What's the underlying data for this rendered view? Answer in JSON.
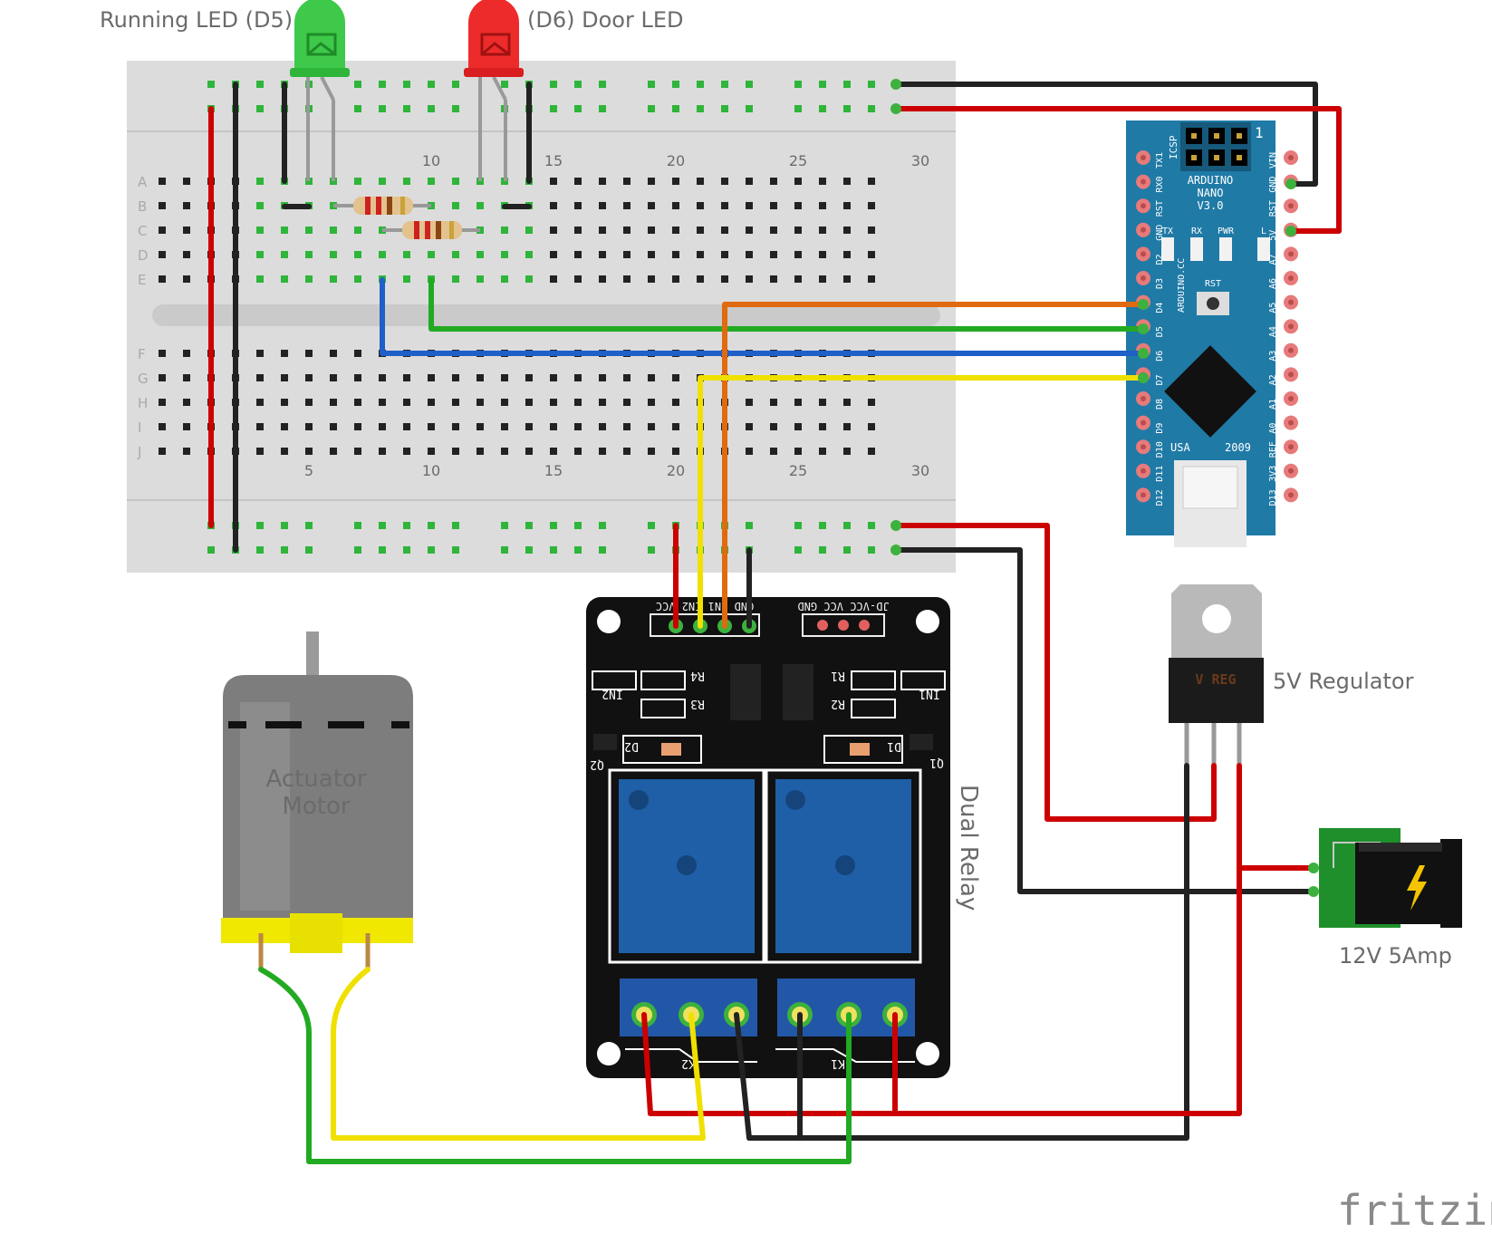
{
  "labels": {
    "running_led": "Running LED (D5)",
    "door_led": "(D6) Door LED",
    "regulator": "5V Regulator",
    "power_jack": "12V 5Amp",
    "motor_line1": "Actuator",
    "motor_line2": "Motor",
    "relay": "Dual Relay",
    "watermark": "fritzing"
  },
  "breadboard": {
    "rows_top": [
      "A",
      "B",
      "C",
      "D",
      "E"
    ],
    "rows_bottom": [
      "F",
      "G",
      "H",
      "I",
      "J"
    ],
    "col_numbers_top": [
      "10",
      "15",
      "20",
      "25",
      "30"
    ],
    "col_numbers_bottom": [
      "5",
      "10",
      "15",
      "20",
      "25",
      "30"
    ]
  },
  "arduino": {
    "title_line1": "ARDUINO",
    "title_line2": "NANO",
    "title_line3": "V3.0",
    "icsp": "ICSP",
    "icsp_pin": "1",
    "brand": "ARDUINO.CC",
    "usa": "USA",
    "year": "2009",
    "rst_label": "RST",
    "led_labels": [
      "TX",
      "RX",
      "PWR",
      "L"
    ],
    "left_pins": [
      "TX1",
      "RX0",
      "RST",
      "GND",
      "D2",
      "D3",
      "D4",
      "D5",
      "D6",
      "D7",
      "D8",
      "D9",
      "D10",
      "D11",
      "D12"
    ],
    "right_pins": [
      "VIN",
      "GND",
      "RST",
      "5V",
      "A7",
      "A6",
      "A5",
      "A4",
      "A3",
      "A2",
      "A1",
      "A0",
      "REF",
      "3V3",
      "D13"
    ]
  },
  "relay_board": {
    "pin_header_left": "GND IN1 IN2 VCC",
    "pin_header_right": "JD-VCC VCC GND",
    "parts": [
      "R4",
      "R1",
      "R3",
      "R2",
      "IN2",
      "IN1",
      "D2",
      "D1",
      "Q2",
      "Q1",
      "K2",
      "K1"
    ]
  },
  "regulator": {
    "marking": "V REG"
  },
  "colors": {
    "wire_red": "#cc0000",
    "wire_black": "#222222",
    "wire_green": "#22aa22",
    "wire_blue": "#1f5fc8",
    "wire_orange": "#e06a10",
    "wire_yellow": "#f0e000",
    "nano_blue": "#1f7aa6",
    "relay_block": "#1f5fa8"
  }
}
